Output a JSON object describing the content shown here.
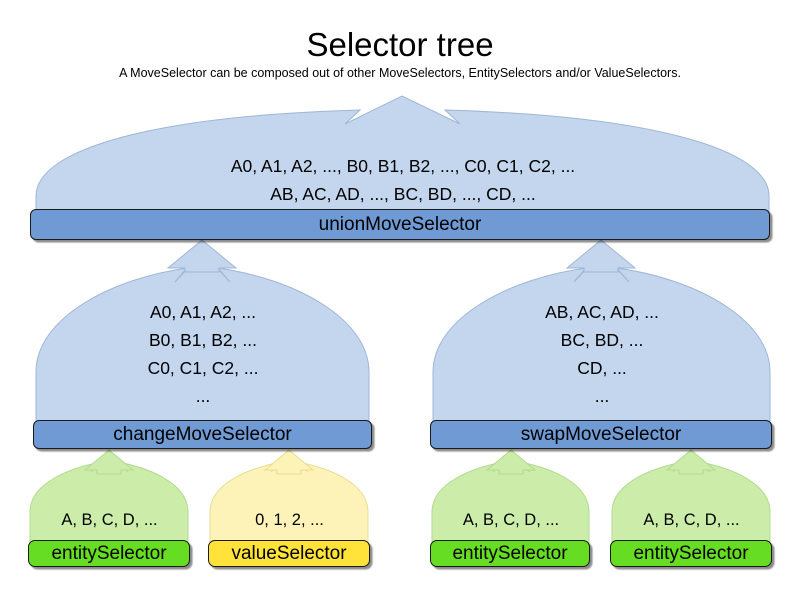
{
  "header": {
    "title": "Selector tree",
    "subtitle": "A MoveSelector can be composed out of other MoveSelectors, EntitySelectors and/or ValueSelectors."
  },
  "colors": {
    "move_body": "#c3d6ee",
    "move_bar": "#6f9ad3",
    "entity_body": "#ccedaa",
    "entity_bar": "#66dd22",
    "value_body": "#fdf3b8",
    "value_bar": "#ffe33a",
    "outline": "#1a1a1a",
    "background": "#ffffff"
  },
  "nodes": {
    "union": {
      "label": "unionMoveSelector",
      "content_lines": [
        "A0, A1, A2, ..., B0, B1, B2, ..., C0, C1, C2, ...",
        "AB, AC, AD, ..., BC, BD, ..., CD, ..."
      ],
      "kind": "move-selector"
    },
    "change": {
      "label": "changeMoveSelector",
      "content_lines": [
        "A0, A1, A2, ...",
        "B0, B1, B2, ...",
        "C0, C1, C2, ...",
        "..."
      ],
      "kind": "move-selector"
    },
    "swap": {
      "label": "swapMoveSelector",
      "content_lines": [
        "AB, AC, AD, ...",
        "BC, BD, ...",
        "CD, ...",
        "..."
      ],
      "kind": "move-selector"
    },
    "leaf_1": {
      "label": "entitySelector",
      "content_lines": [
        "A, B, C, D, ..."
      ],
      "kind": "entity-selector"
    },
    "leaf_2": {
      "label": "valueSelector",
      "content_lines": [
        "0, 1, 2, ..."
      ],
      "kind": "value-selector"
    },
    "leaf_3": {
      "label": "entitySelector",
      "content_lines": [
        "A, B, C, D, ..."
      ],
      "kind": "entity-selector"
    },
    "leaf_4": {
      "label": "entitySelector",
      "content_lines": [
        "A, B, C, D, ..."
      ],
      "kind": "entity-selector"
    }
  }
}
